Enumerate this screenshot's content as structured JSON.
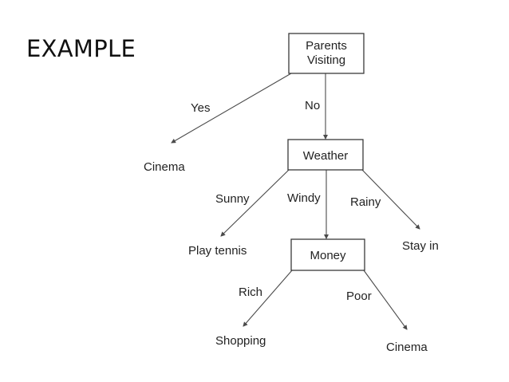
{
  "title": "EXAMPLE",
  "nodes": {
    "parents": {
      "line1": "Parents",
      "line2": "Visiting"
    },
    "weather": {
      "label": "Weather"
    },
    "money": {
      "label": "Money"
    }
  },
  "leaves": {
    "cinema_top": "Cinema",
    "play_tennis": "Play tennis",
    "stay_in": "Stay in",
    "shopping": "Shopping",
    "cinema_bottom": "Cinema"
  },
  "edges": {
    "yes": "Yes",
    "no": "No",
    "sunny": "Sunny",
    "windy": "Windy",
    "rainy": "Rainy",
    "rich": "Rich",
    "poor": "Poor"
  }
}
